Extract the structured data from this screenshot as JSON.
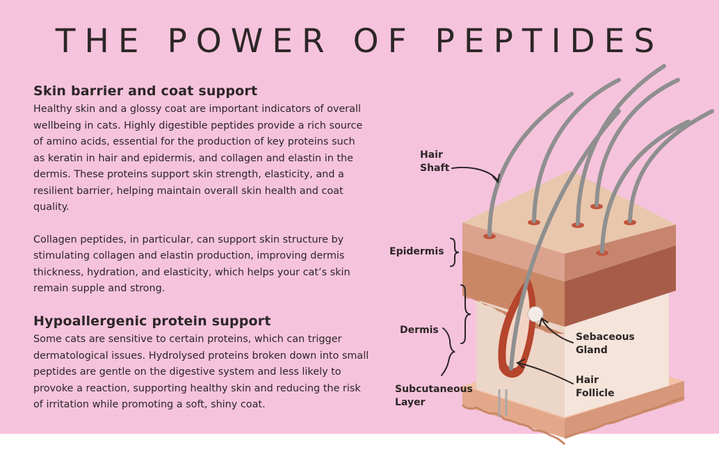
{
  "title": "THE POWER OF PEPTIDES",
  "section1": {
    "heading": "Skin barrier and coat support",
    "paragraph1": "Healthy skin and a glossy coat are important indicators of overall wellbeing in cats. Highly digestible peptides provide a rich source of amino acids, essential for the production of key proteins such as keratin in hair and epidermis, and collagen and elastin in the dermis. These proteins support skin strength, elasticity, and a resilient barrier, helping maintain overall skin health and coat quality.",
    "paragraph2": "Collagen peptides, in particular, can support skin structure by stimulating collagen and elastin production, improving dermis thickness, hydration, and elasticity, which helps your cat’s skin remain supple and strong."
  },
  "section2": {
    "heading": "Hypoallergenic protein support",
    "paragraph": "Some cats are sensitive to certain proteins, which can trigger dermatological issues. Hydrolysed proteins broken down into small peptides are gentle on the digestive system and less likely to provoke a reaction, supporting healthy skin and reducing the risk of irritation while promoting a soft, shiny coat."
  },
  "diagram": {
    "labels": {
      "hair_shaft": "Hair\nShaft",
      "epidermis": "Epidermis",
      "dermis": "Dermis",
      "subcutaneous": "Subcutaneous\nLayer",
      "sebaceous_gland": "Sebaceous\nGland",
      "hair_follicle": "Hair\nFollicle"
    }
  },
  "colors": {
    "background": "#f6c3dd",
    "text": "#2c2626",
    "epidermis_top": "#e8c7ad",
    "epidermis_layer": "#c98766",
    "dermis": "#efdccf",
    "follicle": "#b5452c",
    "hair": "#8f8f8f"
  }
}
